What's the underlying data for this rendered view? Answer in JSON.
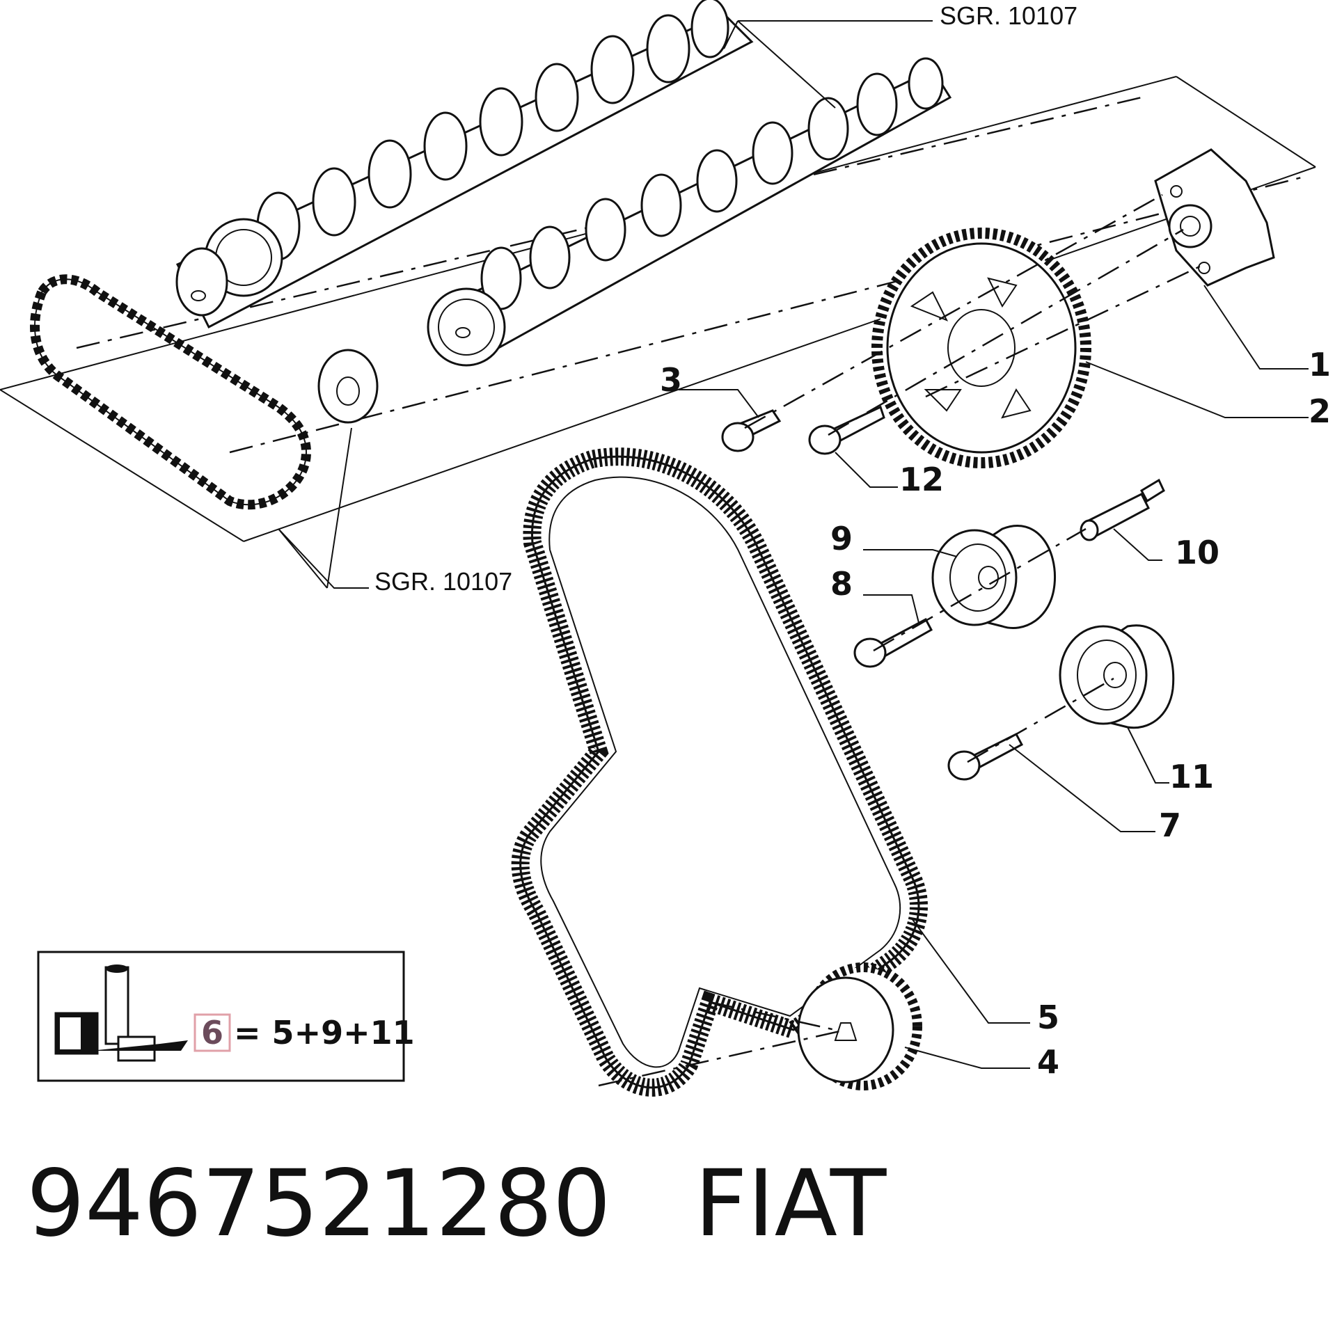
{
  "callouts": [
    {
      "id": "1",
      "label": "1"
    },
    {
      "id": "2",
      "label": "2"
    },
    {
      "id": "3",
      "label": "3"
    },
    {
      "id": "4",
      "label": "4"
    },
    {
      "id": "5",
      "label": "5"
    },
    {
      "id": "7",
      "label": "7"
    },
    {
      "id": "8",
      "label": "8"
    },
    {
      "id": "9",
      "label": "9"
    },
    {
      "id": "10",
      "label": "10"
    },
    {
      "id": "11",
      "label": "11"
    },
    {
      "id": "12",
      "label": "12"
    }
  ],
  "group_refs": {
    "top": "SGR. 10107",
    "bottom": "SGR. 10107"
  },
  "kit": {
    "id": "6",
    "formula": "= 5+9+11",
    "highlight_color": "#e0a0a8"
  },
  "footer": {
    "part_number": "9467521280",
    "brand": "FIAT"
  }
}
